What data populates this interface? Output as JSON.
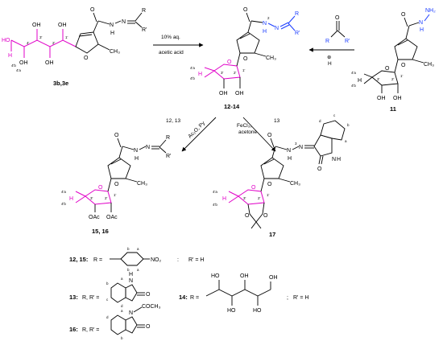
{
  "colors": {
    "sugar": "#e000c8",
    "hydrazone": "#1a3cff",
    "ink": "#000000"
  },
  "compounds": {
    "c3be": "3b,3e",
    "c1214": "12-14",
    "c11": "11",
    "c1516": "15, 16",
    "c17": "17"
  },
  "reagents": {
    "top_left_1": "10% aq.",
    "top_left_2": "acetic acid",
    "plus": "⊕",
    "h": "H",
    "down_left_num": "12, 13",
    "down_left_reag": "Ac₂O, Py",
    "down_right_num": "13",
    "down_right_1": "FeCl₃,",
    "down_right_2": "acetone"
  },
  "atoms": {
    "O": "O",
    "OH": "OH",
    "HO": "HO",
    "H": "H",
    "N": "N",
    "NH2": "NH₂",
    "CH3": "CH₃",
    "R": "R",
    "Rp": "R'",
    "OAc": "OAc",
    "COCH3": "COCH₃",
    "NH": "H",
    "NO2": "NO₂",
    "Hn": "N"
  },
  "positions": {
    "p1p": "1'",
    "p2p": "2'",
    "p3p": "3'",
    "p4p": "4'",
    "p4a": "4'a",
    "p4b": "4'b",
    "n1": "1",
    "n2": "2",
    "n3": "3",
    "a": "a",
    "b": "b",
    "c": "c",
    "d": "d",
    "e": "e",
    "f": "f"
  },
  "definitions": {
    "d1_label": "12, 15:",
    "d1_r": "R =",
    "d1_sep": ":",
    "d1_rp": "R' = H",
    "d2_label": "13:",
    "d2_r": "R, R' =",
    "d3_label": "14:",
    "d3_r": "R =",
    "d3_sep": ";",
    "d3_rp": "R' = H",
    "d4_label": "16:",
    "d4_r": "R, R' ="
  }
}
